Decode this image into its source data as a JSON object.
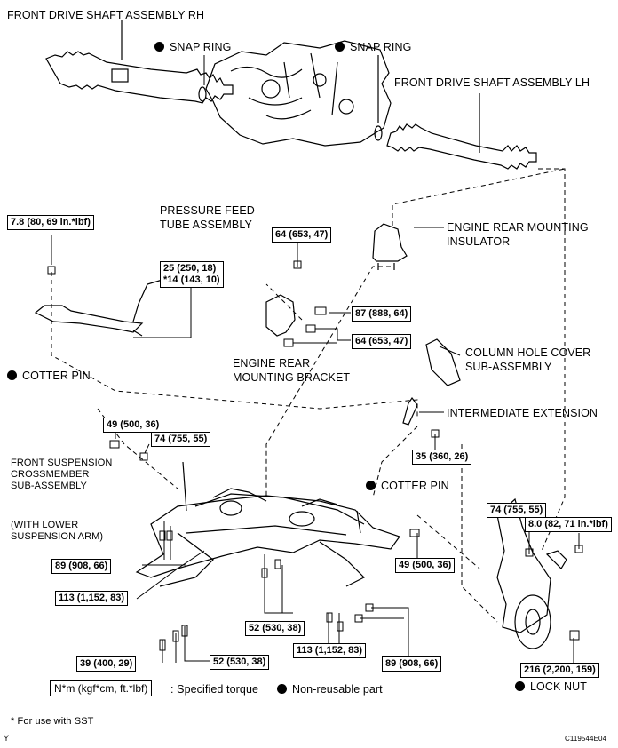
{
  "labels": {
    "front_drive_rh": "FRONT DRIVE SHAFT ASSEMBLY RH",
    "snap_ring_1": "SNAP RING",
    "snap_ring_2": "SNAP RING",
    "front_drive_lh": "FRONT DRIVE SHAFT ASSEMBLY LH",
    "pressure_feed_1": "PRESSURE FEED",
    "pressure_feed_2": "TUBE ASSEMBLY",
    "engine_rear_insulator_1": "ENGINE REAR MOUNTING",
    "engine_rear_insulator_2": "INSULATOR",
    "engine_rear_bracket_1": "ENGINE REAR",
    "engine_rear_bracket_2": "MOUNTING BRACKET",
    "column_hole_1": "COLUMN HOLE COVER",
    "column_hole_2": "SUB-ASSEMBLY",
    "cotter_pin_1": "COTTER PIN",
    "cotter_pin_2": "COTTER PIN",
    "intermediate_ext": "INTERMEDIATE EXTENSION",
    "crossmember_1": "FRONT SUSPENSION",
    "crossmember_2": "CROSSMEMBER",
    "crossmember_3": "SUB-ASSEMBLY",
    "with_lower_1": "(WITH LOWER",
    "with_lower_2": "SUSPENSION ARM)",
    "lock_nut": "LOCK NUT"
  },
  "torques": {
    "t_7_8": "7.8 (80, 69 in.*lbf)",
    "t_64a": "64 (653, 47)",
    "t_25_1": "25 (250, 18)",
    "t_25_2": "*14 (143, 10)",
    "t_87": "87 (888, 64)",
    "t_64b": "64 (653, 47)",
    "t_49a": "49 (500, 36)",
    "t_74a": "74 (755, 55)",
    "t_35": "35 (360, 26)",
    "t_74b": "74 (755, 55)",
    "t_8_0": "8.0 (82, 71 in.*lbf)",
    "t_89a": "89 (908, 66)",
    "t_49b": "49 (500, 36)",
    "t_113a": "113 (1,152, 83)",
    "t_52a": "52 (530, 38)",
    "t_113b": "113 (1,152, 83)",
    "t_39": "39 (400, 29)",
    "t_52b": "52 (530, 38)",
    "t_89b": "89 (908, 66)",
    "t_216": "216 (2,200, 159)"
  },
  "legend": {
    "unit": "N*m (kgf*cm, ft.*lbf)",
    "unit_desc": ": Specified torque",
    "nonreusable": "Non-reusable part",
    "footnote": "* For use with SST",
    "corner_left": "Y",
    "corner_right": "C119544E04"
  }
}
